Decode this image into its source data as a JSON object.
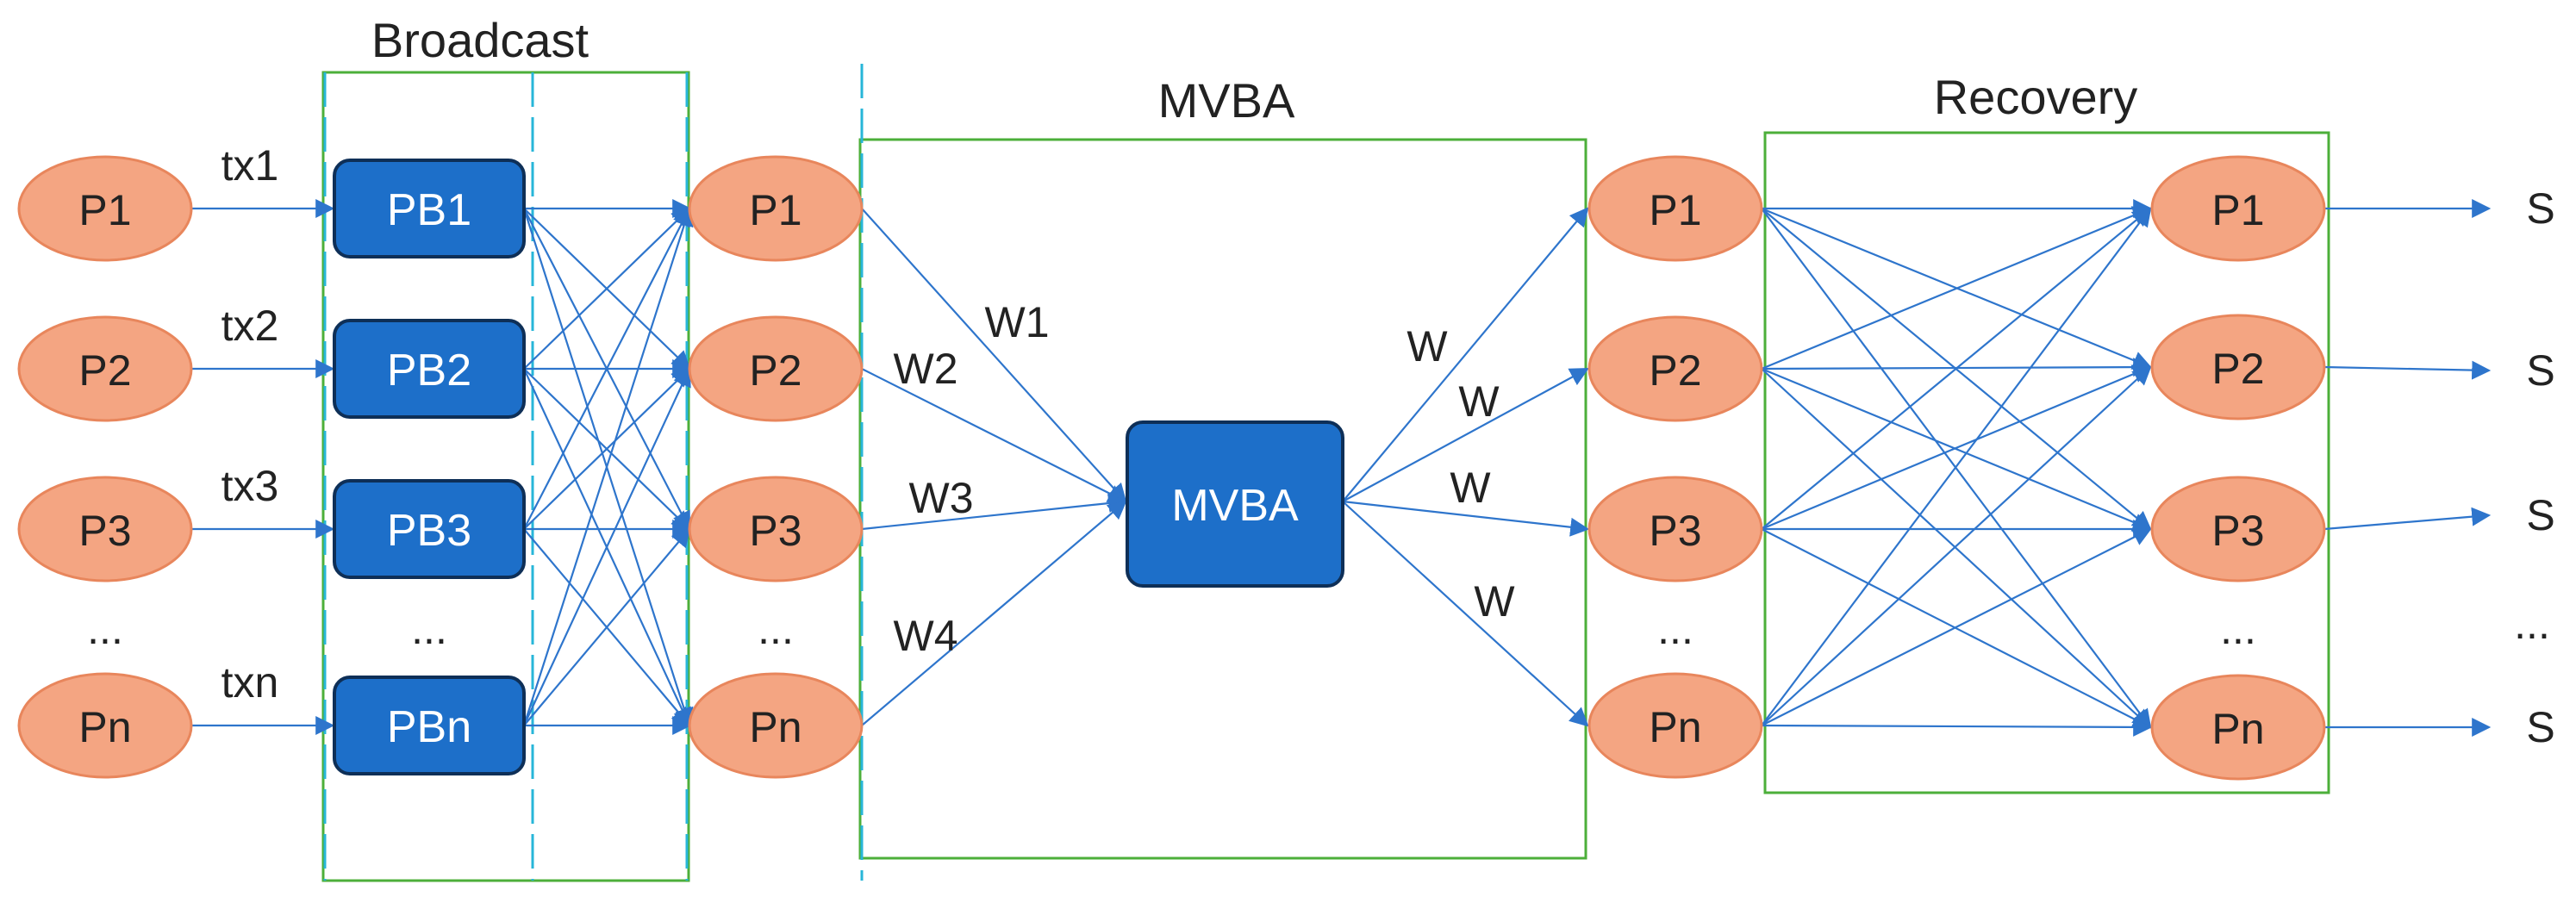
{
  "colors": {
    "node_fill": "#F4A582",
    "node_stroke": "#E8865C",
    "box_fill": "#1D6FC9",
    "box_stroke": "#0E2F57",
    "edge": "#2E75CC",
    "frame": "#4CAF3A",
    "divider": "#27B6D8"
  },
  "sections": {
    "broadcast": "Broadcast",
    "mvba": "MVBA",
    "recovery": "Recovery"
  },
  "input_nodes": [
    "P1",
    "P2",
    "P3",
    "...",
    "Pn"
  ],
  "tx_labels": [
    "tx1",
    "tx2",
    "tx3",
    "txn"
  ],
  "pb_boxes": [
    "PB1",
    "PB2",
    "PB3",
    "...",
    "PBn"
  ],
  "broadcast_nodes": [
    "P1",
    "P2",
    "P3",
    "...",
    "Pn"
  ],
  "w_labels_in": [
    "W1",
    "W2",
    "W3",
    "W4"
  ],
  "mvba_box": "MVBA",
  "w_labels_out": [
    "W",
    "W",
    "W",
    "W"
  ],
  "mvba_out_nodes": [
    "P1",
    "P2",
    "P3",
    "...",
    "Pn"
  ],
  "recovery_nodes": [
    "P1",
    "P2",
    "P3",
    "...",
    "Pn"
  ],
  "outputs": [
    "S",
    "S",
    "S",
    "...",
    "S"
  ]
}
